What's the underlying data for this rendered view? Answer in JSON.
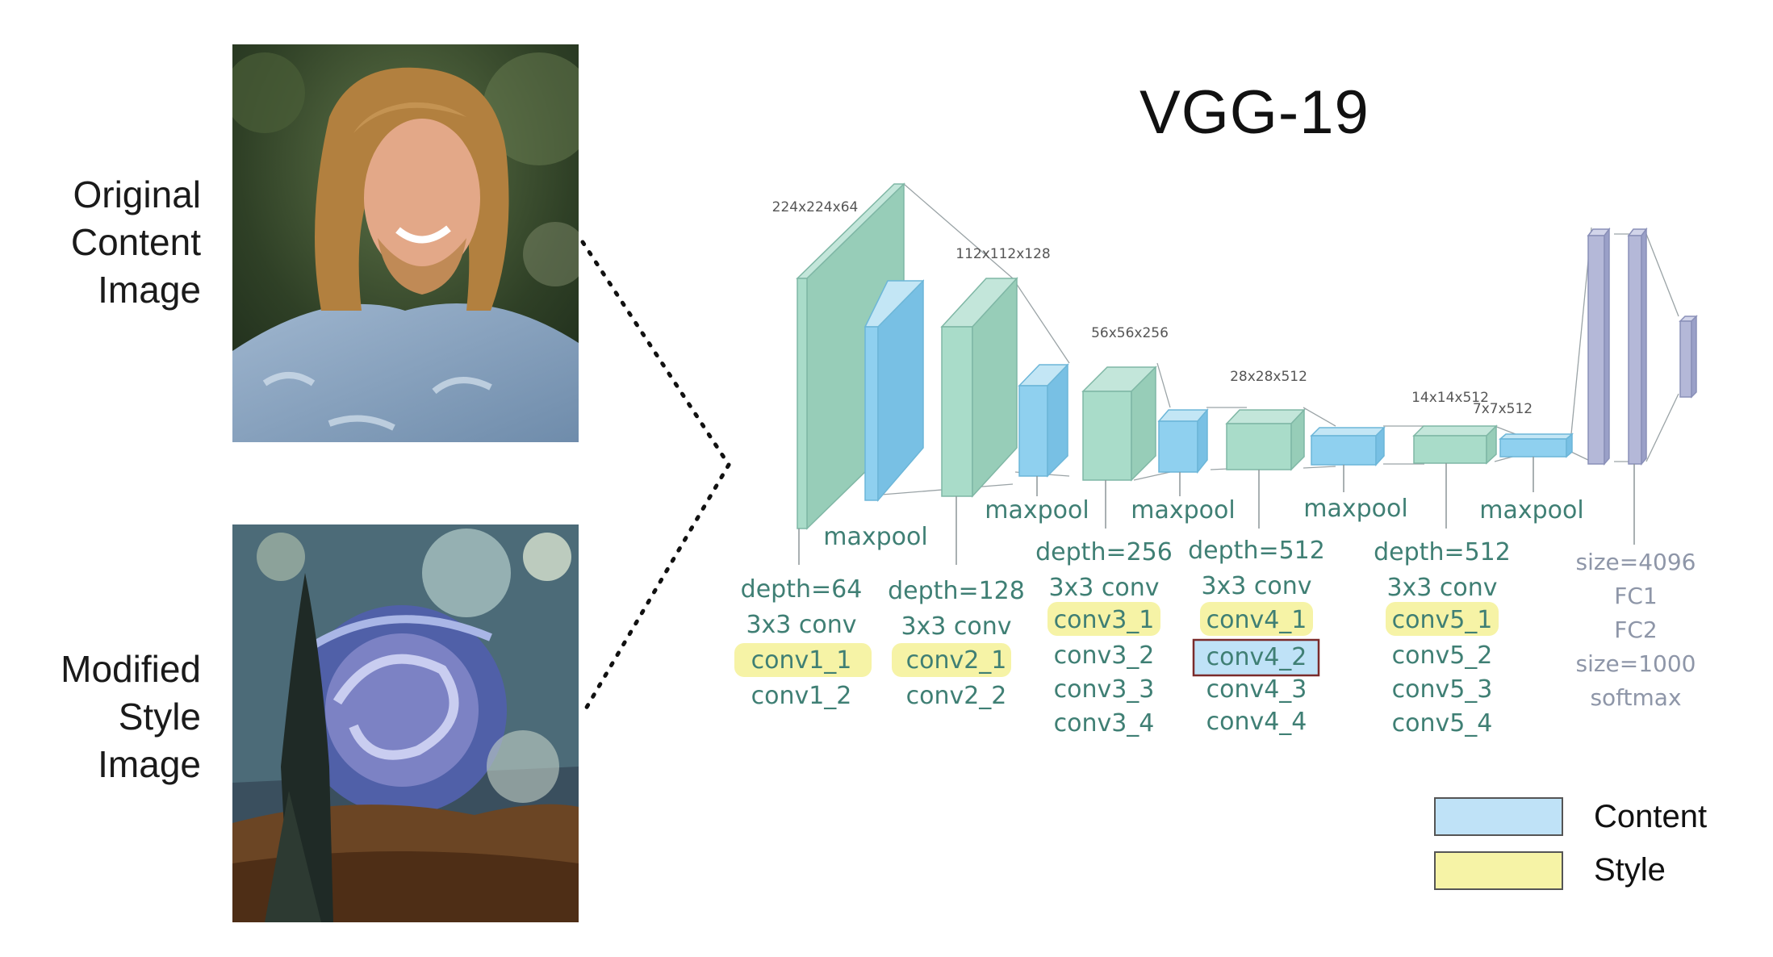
{
  "labels": {
    "content_image": [
      "Original",
      "Content",
      "Image"
    ],
    "style_image": [
      "Modified",
      "Style",
      "Image"
    ]
  },
  "title": "VGG-19",
  "dims": [
    "224x224x64",
    "112x112x128",
    "56x56x256",
    "28x28x512",
    "14x14x512",
    "7x7x512"
  ],
  "maxpool_label": "maxpool",
  "blocks": [
    {
      "depth": "depth=64",
      "conv": "3x3 conv",
      "layers": [
        "conv1_1",
        "conv1_2"
      ]
    },
    {
      "depth": "depth=128",
      "conv": "3x3 conv",
      "layers": [
        "conv2_1",
        "conv2_2"
      ]
    },
    {
      "depth": "depth=256",
      "conv": "3x3 conv",
      "layers": [
        "conv3_1",
        "conv3_2",
        "conv3_3",
        "conv3_4"
      ]
    },
    {
      "depth": "depth=512",
      "conv": "3x3 conv",
      "layers": [
        "conv4_1",
        "conv4_2",
        "conv4_3",
        "conv4_4"
      ]
    },
    {
      "depth": "depth=512",
      "conv": "3x3 conv",
      "layers": [
        "conv5_1",
        "conv5_2",
        "conv5_3",
        "conv5_4"
      ]
    }
  ],
  "fc": [
    "size=4096",
    "FC1",
    "FC2",
    "size=1000",
    "softmax"
  ],
  "style_layers": [
    "conv1_1",
    "conv2_1",
    "conv3_1",
    "conv4_1",
    "conv5_1"
  ],
  "content_layers": [
    "conv4_2"
  ],
  "legend": {
    "content": "Content",
    "style": "Style"
  },
  "colors": {
    "content": "#bfe2f7",
    "style": "#f6f3a6",
    "teal_block": "#a9dcc9",
    "blue_block": "#8fd0ef",
    "fc_block": "#b4b8d8",
    "label_text": "#3f7f74"
  }
}
